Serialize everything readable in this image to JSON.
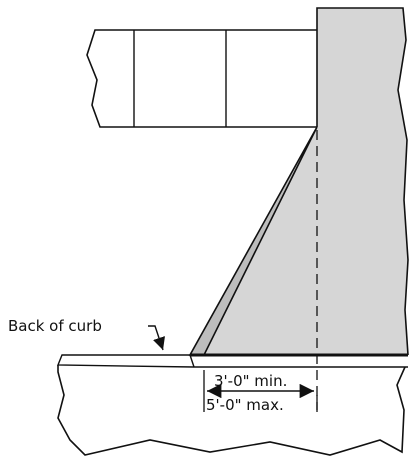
{
  "labels": {
    "back_of_curb": "Back of curb",
    "min_dimension": "3'-0\" min.",
    "max_dimension": "5'-0\" max."
  },
  "colors": {
    "line": "#111111",
    "fill": "#d6d6d6",
    "ramp_fill": "#bdbdbd",
    "background": "#ffffff"
  }
}
